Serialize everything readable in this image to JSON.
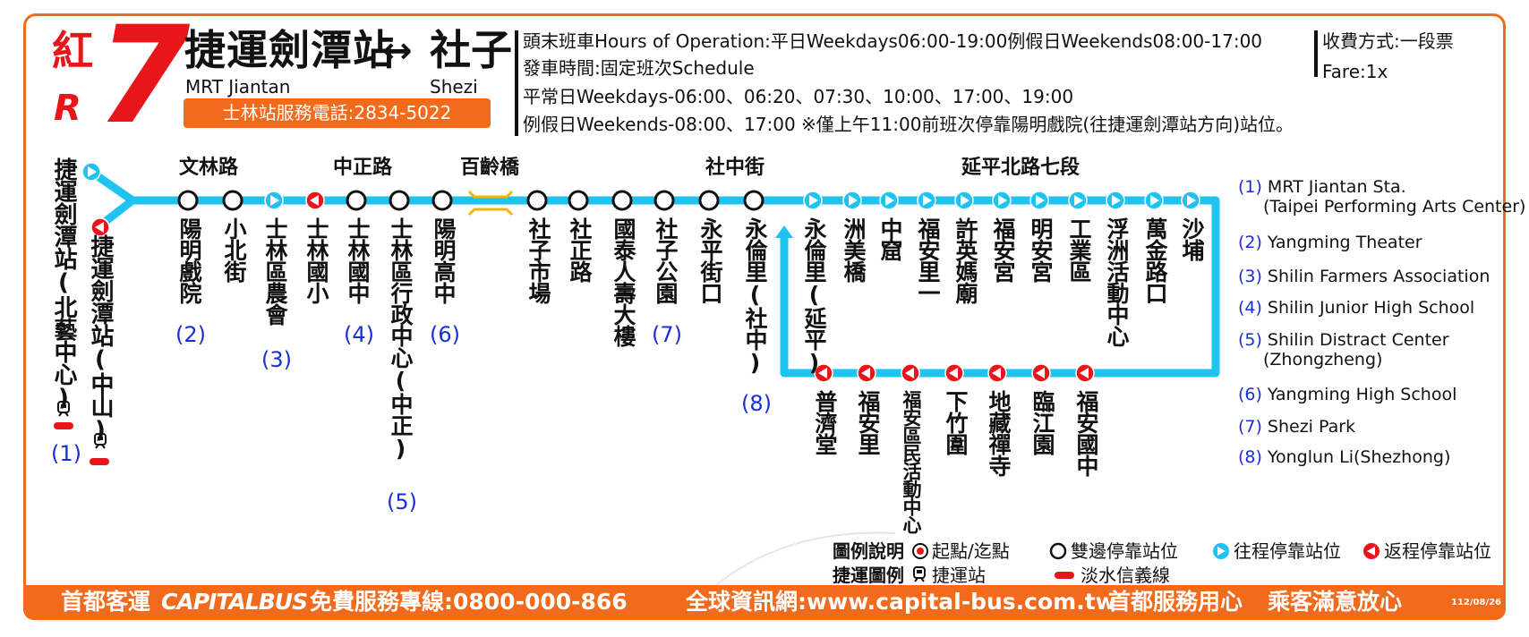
{
  "header": {
    "route_hanzi": "紅",
    "route_r": "R",
    "route_number": "7",
    "origin": "捷運劍潭站",
    "arrow": "↔",
    "destination": "社子",
    "origin_en": "MRT Jiantan",
    "destination_en": "Shezi",
    "phone": "士林站服務電話:2834-5022"
  },
  "schedule": {
    "line1": "頭末班車Hours of Operation:平日Weekdays06:00-19:00例假日Weekends08:00-17:00",
    "line2": "發車時間:固定班次Schedule",
    "line3": "平常日Weekdays-06:00、06:20、07:30、10:00、17:00、19:00",
    "line4": "例假日Weekends-08:00、17:00 ※僅上午11:00前班次停靠陽明戲院(往捷運劍潭站方向)站位。"
  },
  "fare": {
    "line1": "收費方式:一段票",
    "line2": "Fare:1x"
  },
  "segments": {
    "wenlin": "文林路",
    "zhongzheng": "中正路",
    "bailing": "百齡橋",
    "shezhong": "社中街",
    "yanping": "延平北路七段"
  },
  "terminals": {
    "north_arts": "捷運劍潭站(北藝中心)",
    "north_arts_note": "(1)",
    "zhongshan": "捷運劍潭站(中山)"
  },
  "stops_top": [
    {
      "name": "陽明戲院",
      "note": "(2)"
    },
    {
      "name": "小北街",
      "note": ""
    },
    {
      "name": "士林區農會",
      "note": "(3)"
    },
    {
      "name": "士林國小",
      "note": ""
    },
    {
      "name": "士林國中",
      "note": "(4)"
    },
    {
      "name": "士林區行政中心(中正)",
      "note": "(5)"
    },
    {
      "name": "陽明高中",
      "note": "(6)"
    },
    {
      "name": "社子市場",
      "note": ""
    },
    {
      "name": "社正路",
      "note": ""
    },
    {
      "name": "國泰人壽大樓",
      "note": ""
    },
    {
      "name": "社子公園",
      "note": "(7)"
    },
    {
      "name": "永平街口",
      "note": ""
    },
    {
      "name": "永倫里(社中)",
      "note": "(8)"
    },
    {
      "name": "永倫里(延平)",
      "note": ""
    },
    {
      "name": "洲美橋",
      "note": ""
    },
    {
      "name": "中窟",
      "note": ""
    },
    {
      "name": "福安里一",
      "note": ""
    },
    {
      "name": "許英媽廟",
      "note": ""
    },
    {
      "name": "福安宮",
      "note": ""
    },
    {
      "name": "明安宮",
      "note": ""
    },
    {
      "name": "工業區",
      "note": ""
    },
    {
      "name": "浮洲活動中心",
      "note": ""
    },
    {
      "name": "萬金路口",
      "note": ""
    },
    {
      "name": "沙埔",
      "note": ""
    }
  ],
  "stops_loop": [
    "普濟堂",
    "福安里",
    "福安區民活動中心",
    "下竹圍",
    "地藏禪寺",
    "臨江園",
    "福安國中"
  ],
  "notes": [
    {
      "num": "(1)",
      "text": "MRT Jiantan Sta.",
      "text2": "(Taipei Performing Arts Center)"
    },
    {
      "num": "(2)",
      "text": "Yangming Theater",
      "text2": ""
    },
    {
      "num": "(3)",
      "text": "Shilin Farmers Association",
      "text2": ""
    },
    {
      "num": "(4)",
      "text": "Shilin Junior High School",
      "text2": ""
    },
    {
      "num": "(5)",
      "text": "Shilin Distract Center",
      "text2": "(Zhongzheng)"
    },
    {
      "num": "(6)",
      "text": "Yangming High School",
      "text2": ""
    },
    {
      "num": "(7)",
      "text": "Shezi Park",
      "text2": ""
    },
    {
      "num": "(8)",
      "text": "Yonglun Li(Shezhong)",
      "text2": ""
    }
  ],
  "legend": {
    "title": "圖例說明",
    "terminal": "起點/迄點",
    "both": "雙邊停靠站位",
    "outbound": "往程停靠站位",
    "inbound": "返程停靠站位",
    "mrt_title": "捷運圖例",
    "mrt_station": "捷運站",
    "tamsui_line": "淡水信義線"
  },
  "footer": {
    "company": "首都客運",
    "brand": "CAPITALBUS",
    "hotline": "免費服務專線:0800-000-866",
    "website": "全球資訊網:www.capital-bus.com.tw",
    "slogan1": "首都服務用心",
    "slogan2": "乘客滿意放心",
    "date": "112/08/26"
  },
  "colors": {
    "route_line": "#1ec3f0",
    "accent_orange": "#f26a1b",
    "red": "#e8161a",
    "note_blue": "#1a2fd3",
    "yellow_bridge": "#f7b500"
  },
  "icons": {
    "mrt": "train-icon",
    "outbound_marker": "cyan-right-arrow-marker",
    "inbound_marker": "red-left-arrow-marker",
    "both_marker": "open-circle-marker",
    "terminal_marker": "red-dot-terminal-marker"
  }
}
